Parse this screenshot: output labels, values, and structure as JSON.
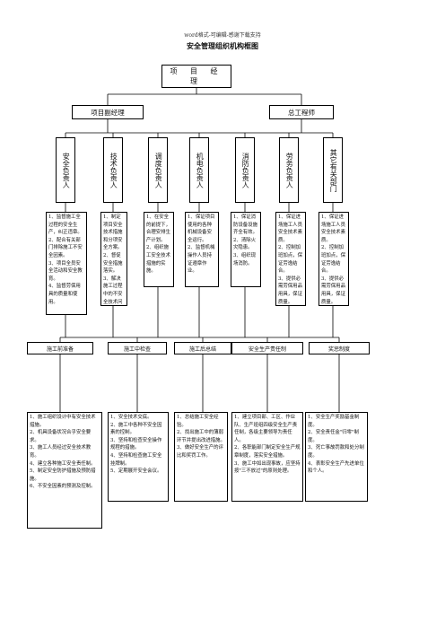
{
  "header": "word格式-可编辑-感谢下载支持",
  "title": "安全管理组织机构框图",
  "project_manager": "项 目 经 理",
  "deputy_manager": "项目副经理",
  "chief_engineer": "总工程师",
  "departments": [
    {
      "name": "安全负责人",
      "duties": [
        "1、监督施工全过程的安全生产，纠正违章。",
        "2、配合有关部门排除施工不安全因素。",
        "3、项目全员安全活动和安全教育。",
        "4、监督劳保用具的质量和使用。"
      ]
    },
    {
      "name": "技术负责人",
      "duties": [
        "1、制定项目安全技术措施和分项安全方案。",
        "2、督促安全措施落实。",
        "3、解决施工过程中的不安全技术问题。"
      ]
    },
    {
      "name": "调度负责人",
      "duties": [
        "1、在安全的前提下，合理安排生产计划。",
        "2、组织施工安全技术措施的实施。"
      ]
    },
    {
      "name": "机电负责人",
      "duties": [
        "1、保证项目使用的各种机械设备安全运行。",
        "2、监督机械操作人员持证遵章作业。"
      ]
    },
    {
      "name": "消防负责人",
      "duties": [
        "1、保证消防设备设施齐全有效。",
        "2、清除火灾隐患。",
        "3、组织现场消防。"
      ]
    },
    {
      "name": "劳务负责人",
      "duties": [
        "1、保证进场施工人员安全技术素质。",
        "2、控制加班加点，保证劳逸结合。",
        "3、提供必需劳保用品用具，保证质量。"
      ]
    },
    {
      "name": "其它有关部门",
      "duties": [
        "1、保证进场施工人员安全技术素质。",
        "2、控制加班加点，保证劳逸结合。",
        "3、提供必需劳保用品用具，保证质量。"
      ]
    }
  ],
  "stages": [
    {
      "name": "施工前准备",
      "duties": [
        "1、施工组织设计中有安全技术措施。",
        "2、机具设备状况合乎安全要求。",
        "3、施工人员经过安全技术教育。",
        "4、建立各种施工安全责任制。",
        "5、制定安全防护措施及预防措施。",
        "6、不安全因素的预测及控制。"
      ]
    },
    {
      "name": "施工中检查",
      "duties": [
        "1、安全技术交底。",
        "2、施工中各种不安全因素的控制。",
        "3、坚持和检查安全操作规程的措施。",
        "4、坚持和检查施工安全挂牌制。",
        "5、定期展开安全会议。"
      ]
    },
    {
      "name": "施工后总结",
      "duties": [
        "1、总结施工安全经验。",
        "2、找出施工中的薄弱环节并提出改进措施。",
        "3、做好安全生产的评比和奖罚工作。"
      ]
    },
    {
      "name": "安全生产责任制",
      "duties": [
        "1、建立项目部、工区、作业队、生产班组四级安全生产责任制，各级主要领导为责任人。",
        "2、各职能部门制定安全生产规章制度，落实安全措施。",
        "3、施工中如出现事故，应坚持按\"三不放过\"的原则处理。"
      ]
    },
    {
      "name": "奖惩制度",
      "duties": [
        "1、安全生产奖励基金制度。",
        "2、安全责任金\"归零\"制度。",
        "3、死亡事故罚款和处分制度。",
        "4、表彰安全生产先进单位和个人。"
      ]
    }
  ]
}
